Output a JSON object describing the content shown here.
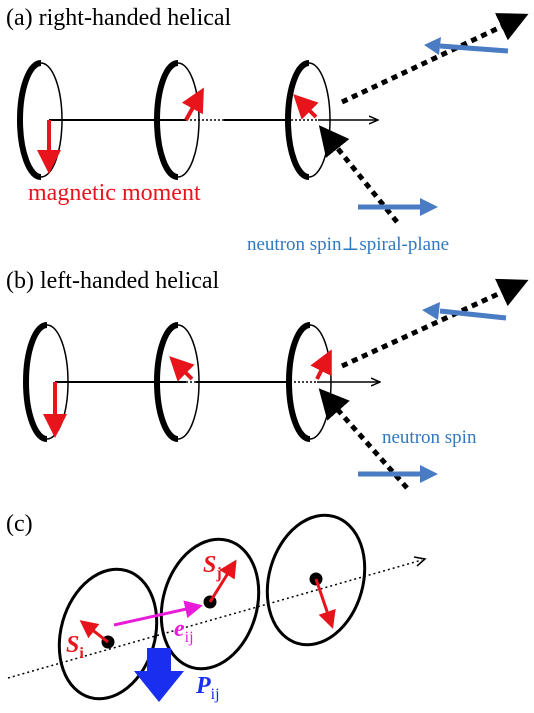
{
  "panels": {
    "a": {
      "title": "(a) right-handed helical",
      "moment_label": "magnetic moment",
      "spin_label": "neutron spin⊥spiral-plane"
    },
    "b": {
      "title": "(b) left-handed helical",
      "spin_label": "neutron spin"
    },
    "c": {
      "title": "(c)",
      "si": {
        "letter": "S",
        "sub": "i"
      },
      "sj": {
        "letter": "S",
        "sub": "j"
      },
      "eij": {
        "letter": "e",
        "sub": "ij"
      },
      "pij": {
        "letter": "P",
        "sub": "ij"
      }
    }
  },
  "colors": {
    "moment": "#e8141c",
    "neutron_spin": "#4a7cc4",
    "neutron_spin_text": "#2f78c2",
    "bond_vector": "#e81cd8",
    "polarization": "#1a2ef0",
    "line": "#000000"
  },
  "icons": {
    "moment_arrow": "red-arrow-icon",
    "neutron_arrow": "blue-arrow-icon",
    "beam_arrow": "dotted-arrow-icon",
    "polarization_arrow": "big-blue-arrow-icon"
  }
}
